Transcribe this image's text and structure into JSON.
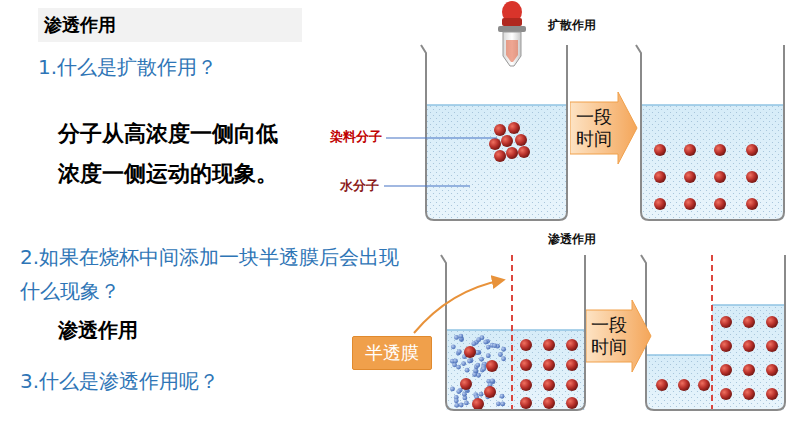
{
  "diagram": {
    "title": "渗透作用",
    "nodes": [
      {
        "text": [
          "一段时间"
        ]
      },
      {
        "text": [
          "一段时间"
        ]
      },
      {
        "text": [
          "半透膜"
        ]
      }
    ],
    "labels": [
      "1.什么是扩散作用？",
      "分子从高浓度一侧向低浓度一侧运动的现象。",
      "2.如果在烧杯中间添加一块半透膜后会出现什么现象？",
      "渗透作用",
      "3.什么是渗透作用呢？",
      "扩散作用",
      "染料分子",
      "水分子",
      "渗透作用"
    ]
  }
}
